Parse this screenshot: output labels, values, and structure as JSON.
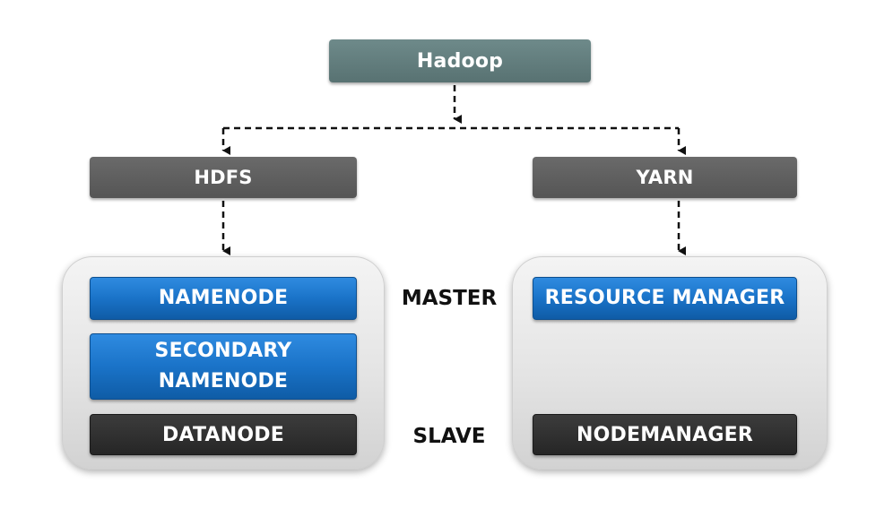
{
  "diagram": {
    "root": {
      "label": "Hadoop"
    },
    "branches": [
      {
        "label": "HDFS",
        "components": [
          "NAMENODE",
          "SECONDARY\nNAMENODE",
          "DATANODE"
        ]
      },
      {
        "label": "YARN",
        "components": [
          "RESOURCE MANAGER",
          "NODEMANAGER"
        ]
      }
    ],
    "roles": {
      "master": "MASTER",
      "slave": "SLAVE"
    }
  },
  "colors": {
    "root": "#5f7b7b",
    "branch": "#5f5f5f",
    "master_component": "#1a73c8",
    "slave_component": "#2e2e2e",
    "connector": "#111111"
  }
}
